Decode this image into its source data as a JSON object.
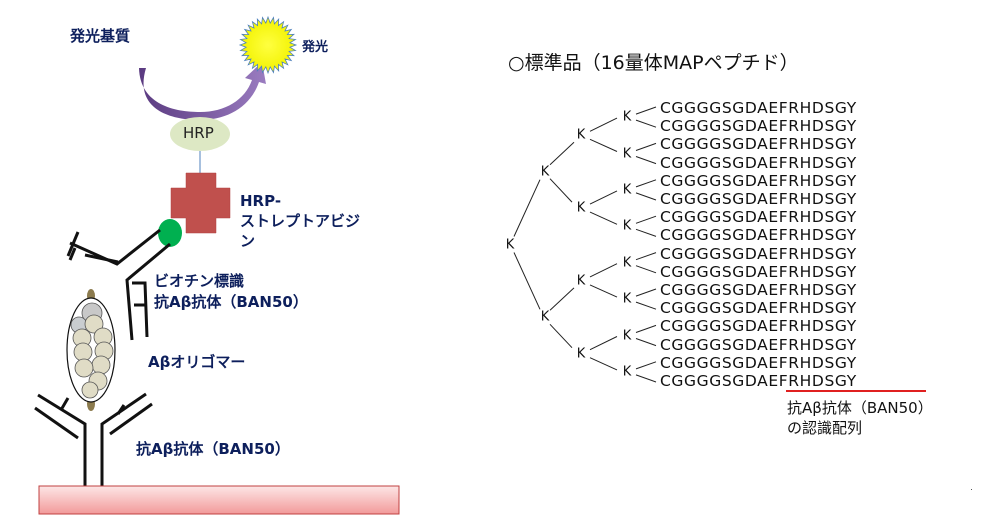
{
  "left_panel": {
    "substrate_label": "発光基質",
    "emission_label": "発光",
    "hrp_label": "HRP",
    "streptavidin_label_line1": "HRP-",
    "streptavidin_label_line2": "ストレプトアビジ",
    "streptavidin_label_line3": "ン",
    "biotin_antibody_line1": "ビオチン標識",
    "biotin_antibody_line2": "抗Aβ抗体（BAN50）",
    "oligomer_label": "Aβオリゴマー",
    "capture_antibody_label": "抗Aβ抗体（BAN50）"
  },
  "right_panel": {
    "title": "○標準品（16量体MAPペプチド）",
    "node_label": "K",
    "sequences": [
      "CGGGGSGDAEFRHDSGY",
      "CGGGGSGDAEFRHDSGY",
      "CGGGGSGDAEFRHDSGY",
      "CGGGGSGDAEFRHDSGY",
      "CGGGGSGDAEFRHDSGY",
      "CGGGGSGDAEFRHDSGY",
      "CGGGGSGDAEFRHDSGY",
      "CGGGGSGDAEFRHDSGY",
      "CGGGGSGDAEFRHDSGY",
      "CGGGGSGDAEFRHDSGY",
      "CGGGGSGDAEFRHDSGY",
      "CGGGGSGDAEFRHDSGY",
      "CGGGGSGDAEFRHDSGY",
      "CGGGGSGDAEFRHDSGY",
      "CGGGGSGDAEFRHDSGY",
      "CGGGGSGDAEFRHDSGY"
    ],
    "last_sequence_prefix": "CGGGGSG",
    "recognized_segment": "DAEFRHDSGY",
    "recognition_label_line1": "抗Aβ抗体（BAN50）",
    "recognition_label_line2": "の認識配列"
  },
  "colors": {
    "label_navy": "#0d1f5c",
    "arrow_purple": "#7b5aa0",
    "sun_yellow": "#ffff00",
    "hrp_fill": "#dde8c4",
    "streptavidin_red": "#c0504d",
    "biotin_green": "#00b050",
    "plate_pink": "#f7b5b5",
    "underline_red": "#e02020"
  }
}
